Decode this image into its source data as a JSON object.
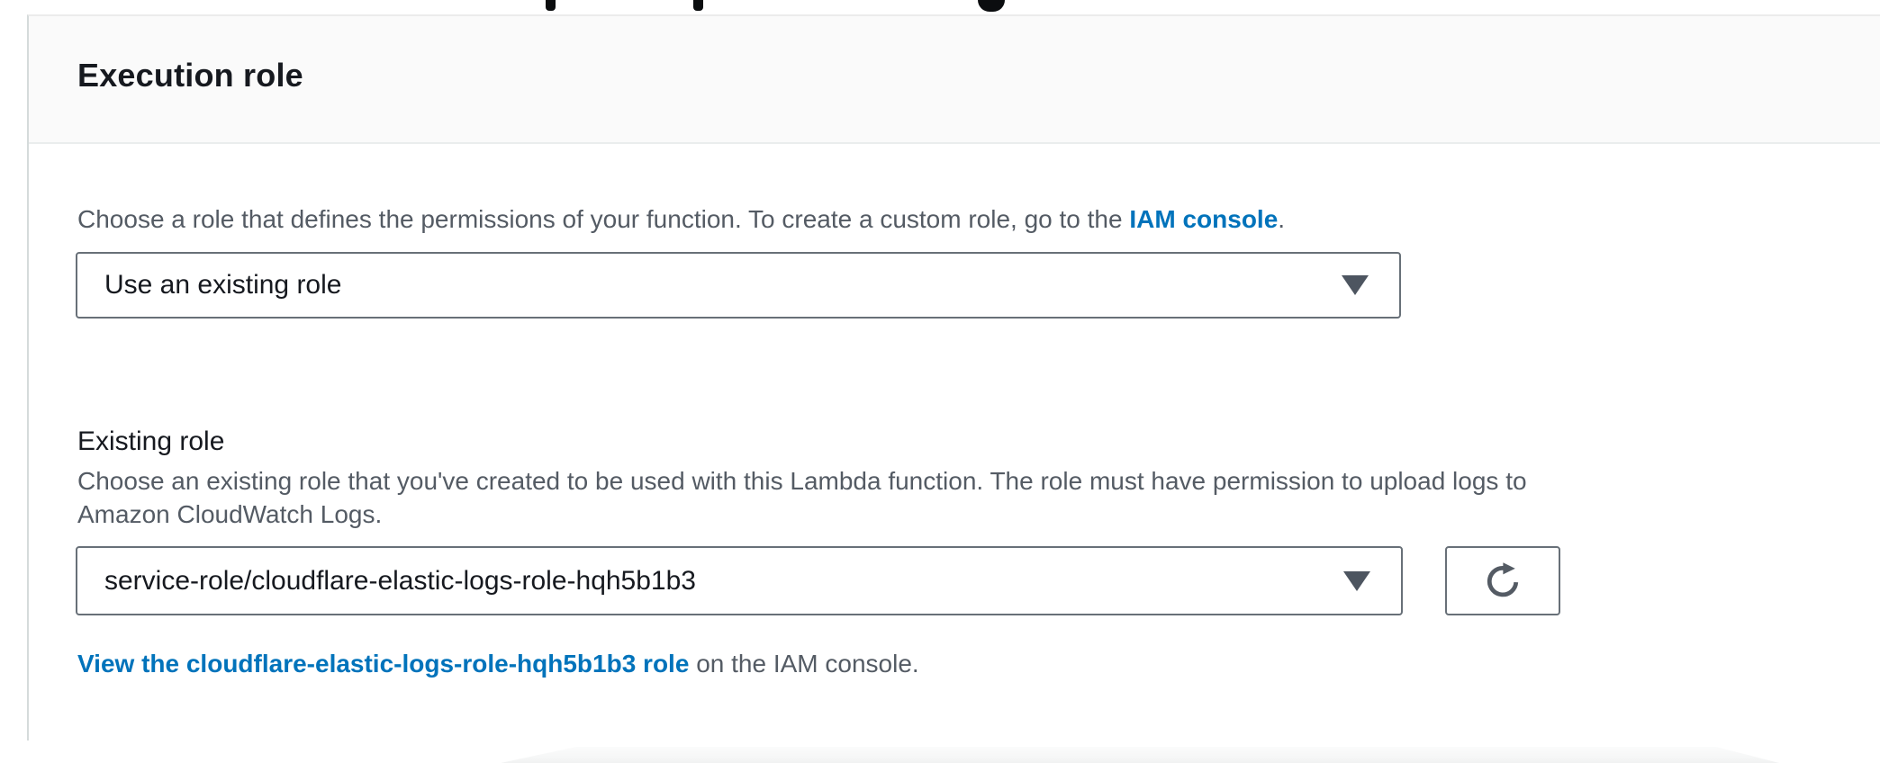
{
  "section": {
    "title": "Execution role",
    "intro": {
      "text_before_link": "Choose a role that defines the permissions of your function. To create a custom role, go to the ",
      "link_text": "IAM console",
      "text_after_link": "."
    },
    "role_type_select": {
      "value": "Use an existing role"
    },
    "existing_role": {
      "label": "Existing role",
      "description_line1": "Choose an existing role that you've created to be used with this Lambda function. The role must have permission to upload logs to",
      "description_line2": "Amazon CloudWatch Logs.",
      "select_value": "service-role/cloudflare-elastic-logs-role-hqh5b1b3"
    },
    "view_role_link": {
      "link_text": "View the cloudflare-elastic-logs-role-hqh5b1b3 role",
      "suffix_text": " on the IAM console."
    }
  },
  "icons": {
    "role_type_caret": "chevron-down-icon",
    "existing_role_caret": "chevron-down-icon",
    "refresh": "refresh-icon"
  },
  "colors": {
    "link_blue": "#0073bb",
    "heading_text": "#16191f",
    "body_text": "#545b64",
    "control_border": "#687078",
    "header_background": "#fafafa",
    "divider": "#eaeded",
    "panel_left_border": "#d5dbdb"
  }
}
